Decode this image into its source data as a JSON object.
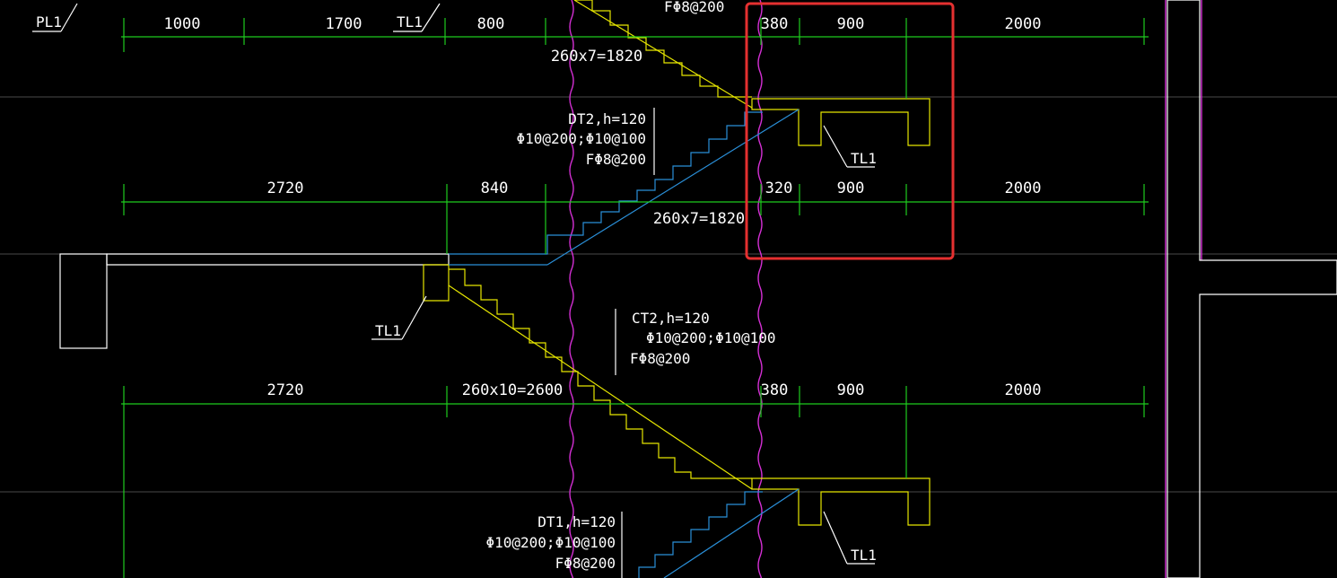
{
  "colors": {
    "background": "#000000",
    "dimension": "#1ecb1e",
    "outline": "#ffffff",
    "stair": "#e6e600",
    "hidden": "#2a8fd8",
    "axis": "#d52fd5",
    "highlight": "#e53030"
  },
  "dim_rows": [
    {
      "id": "row1",
      "labels": [
        "1000",
        "1700",
        "800",
        "380",
        "900",
        "2000"
      ]
    },
    {
      "id": "row2",
      "labels": [
        "2720",
        "840",
        "320",
        "900",
        "2000"
      ],
      "flight": "260x7=1820"
    },
    {
      "id": "row3",
      "labels": [
        "2720",
        "260x10=2600",
        "380",
        "900",
        "2000"
      ]
    }
  ],
  "top_flight": "260x7=1820",
  "beam_tags": {
    "pl1": "PL1",
    "tl1": "TL1"
  },
  "notes": {
    "top_rebar": "FΦ8@200",
    "dt2": [
      "DT2,h=120",
      "Φ10@200;Φ10@100",
      "FΦ8@200"
    ],
    "ct2": [
      "CT2,h=120",
      "Φ10@200;Φ10@100",
      "FΦ8@200"
    ],
    "dt1": [
      "DT1,h=120",
      "Φ10@200;Φ10@100",
      "FΦ8@200"
    ]
  }
}
